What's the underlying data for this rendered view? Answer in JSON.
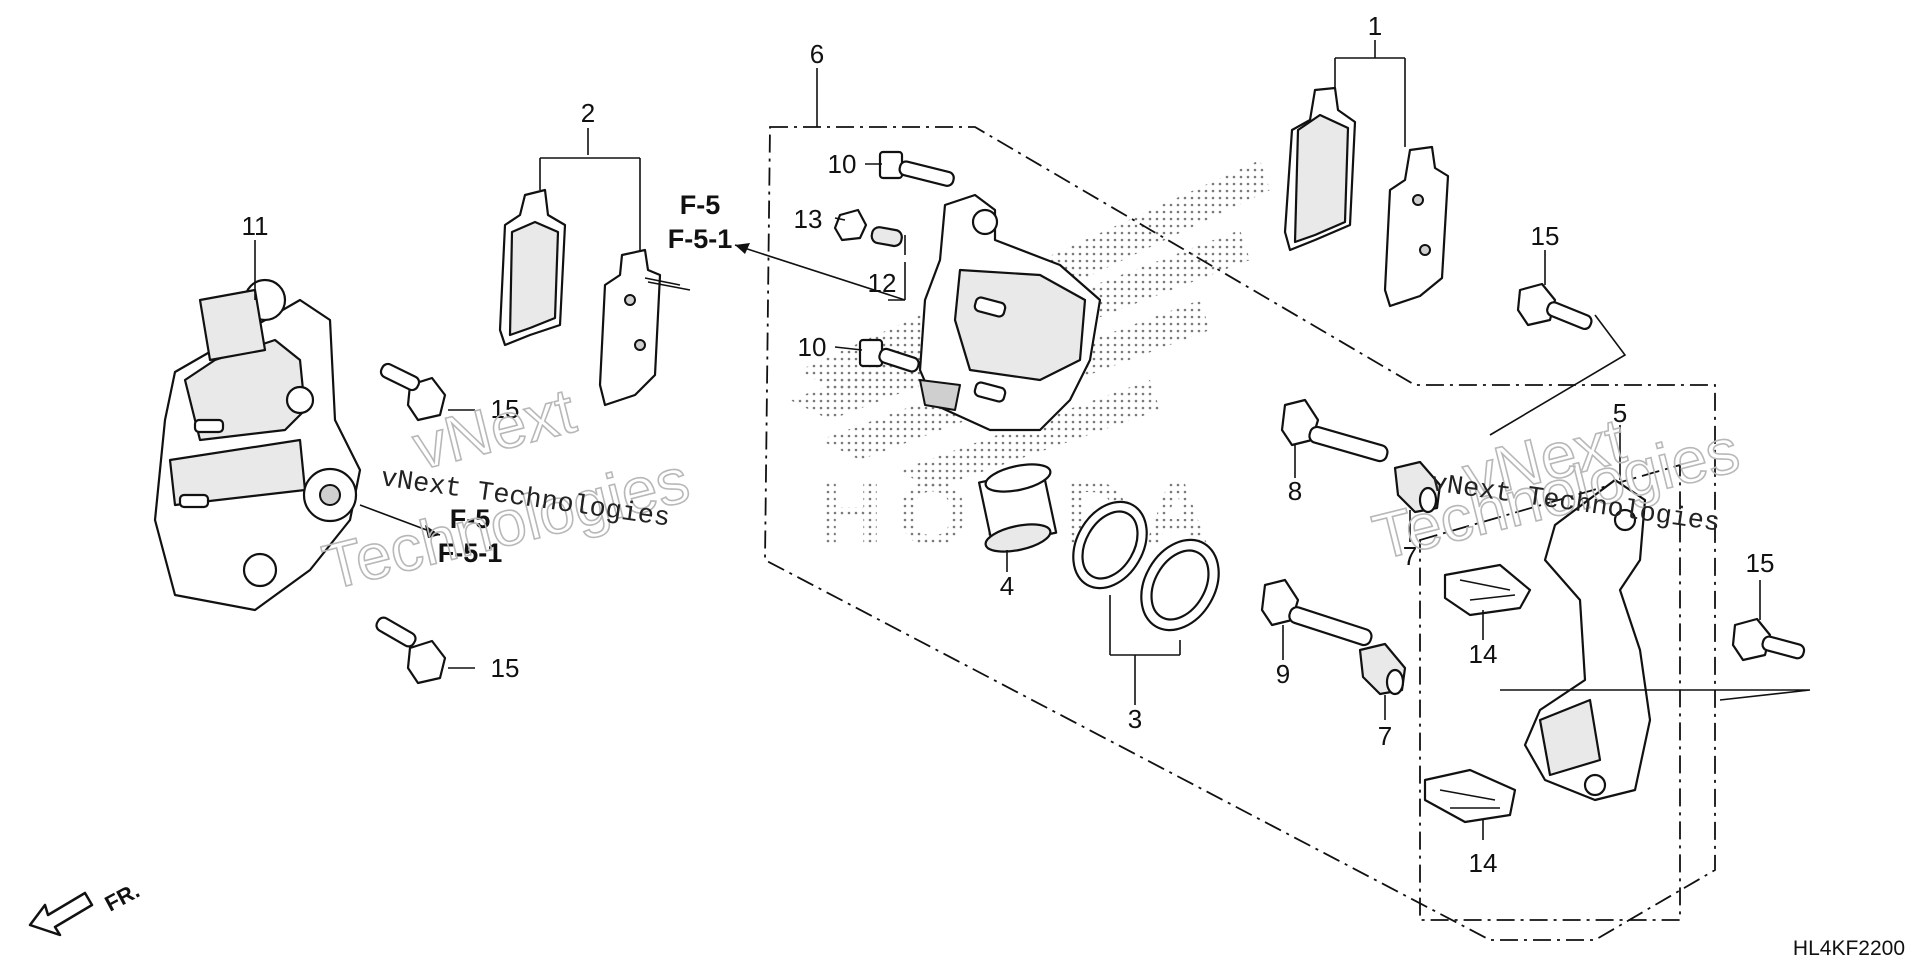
{
  "diagram": {
    "callouts": [
      {
        "id": "c1",
        "text": "1"
      },
      {
        "id": "c2",
        "text": "2"
      },
      {
        "id": "c3",
        "text": "3"
      },
      {
        "id": "c4",
        "text": "4"
      },
      {
        "id": "c5",
        "text": "5"
      },
      {
        "id": "c6",
        "text": "6"
      },
      {
        "id": "c7a",
        "text": "7"
      },
      {
        "id": "c7b",
        "text": "7"
      },
      {
        "id": "c8",
        "text": "8"
      },
      {
        "id": "c9",
        "text": "9"
      },
      {
        "id": "c10a",
        "text": "10"
      },
      {
        "id": "c10b",
        "text": "10"
      },
      {
        "id": "c11",
        "text": "11"
      },
      {
        "id": "c12",
        "text": "12"
      },
      {
        "id": "c13",
        "text": "13"
      },
      {
        "id": "c14a",
        "text": "14"
      },
      {
        "id": "c14b",
        "text": "14"
      },
      {
        "id": "c15a",
        "text": "15"
      },
      {
        "id": "c15b",
        "text": "15"
      },
      {
        "id": "c15c",
        "text": "15"
      },
      {
        "id": "c15d",
        "text": "15"
      }
    ],
    "references": {
      "top": {
        "line1": "F-5",
        "line2": "F-5-1"
      },
      "left": {
        "line1": "F-5",
        "line2": "F-5-1"
      }
    },
    "direction_label": "FR.",
    "drawing_code": "HL4KF2200",
    "watermarks": {
      "small": "vNext Technologies",
      "big_top": "vNext",
      "big_bottom": "Technologies"
    },
    "logo_text": "HONDA"
  }
}
